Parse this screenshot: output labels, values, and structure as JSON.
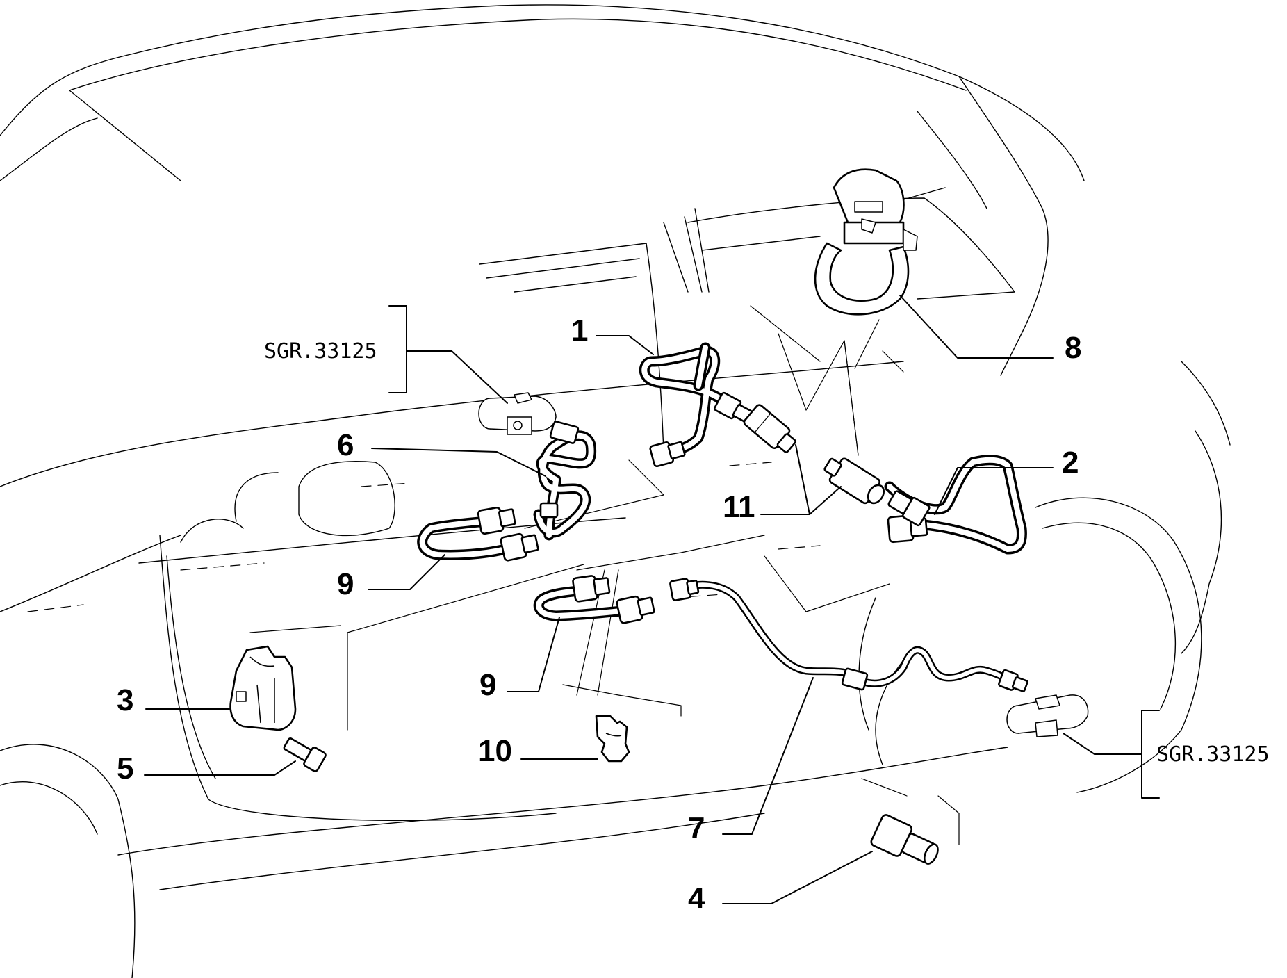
{
  "labels": {
    "p1": "1",
    "p2": "2",
    "p3": "3",
    "p4": "4",
    "p5": "5",
    "p6": "6",
    "p7": "7",
    "p8": "8",
    "p9a": "9",
    "p9b": "9",
    "p10": "10",
    "p11": "11"
  },
  "references": {
    "left": "SGR.33125",
    "right": "SGR.33125"
  }
}
